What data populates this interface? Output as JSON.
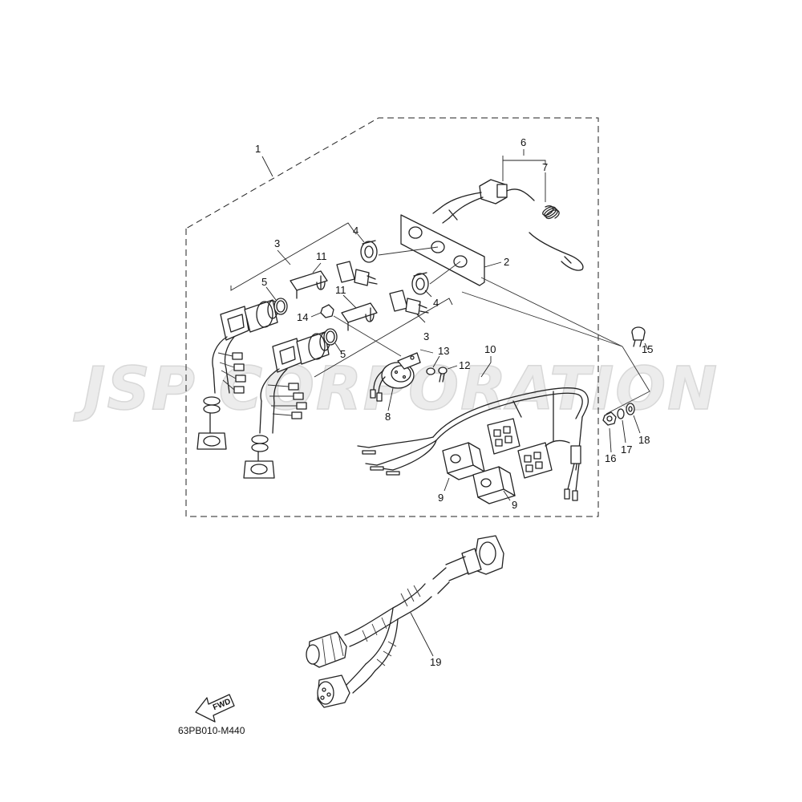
{
  "watermark": "JSP CORPORATION",
  "diagram_code": "63PB010-M440",
  "fwd_label": "FWD",
  "callouts": {
    "c1": "1",
    "c2": "2",
    "c3a": "3",
    "c3b": "3",
    "c4a": "4",
    "c4b": "4",
    "c5a": "5",
    "c5b": "5",
    "c6": "6",
    "c7": "7",
    "c8": "8",
    "c9a": "9",
    "c9b": "9",
    "c10": "10",
    "c11a": "11",
    "c11b": "11",
    "c12": "12",
    "c13": "13",
    "c14": "14",
    "c15": "15",
    "c16": "16",
    "c17": "17",
    "c18": "18",
    "c19": "19"
  }
}
